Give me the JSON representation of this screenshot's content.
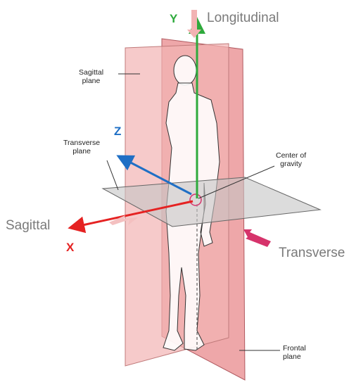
{
  "axes": {
    "y": {
      "letter": "Y",
      "name": "Longitudinal",
      "color": "#2eaa3c"
    },
    "z": {
      "letter": "Z",
      "color": "#1f6fc5"
    },
    "x": {
      "letter": "X",
      "name": "Sagittal",
      "color": "#e52222"
    },
    "transverse_name": "Transverse"
  },
  "labels": {
    "sagittal_plane": "Sagittal\nplane",
    "transverse_plane": "Transverse\nplane",
    "center_of_gravity": "Center of\ngravity",
    "frontal_plane": "Frontal\nplane"
  },
  "colors": {
    "sagittal_plane": "#f2b3b3",
    "frontal_plane": "#e8898c",
    "transverse_plane": "#c4c4c4",
    "transverse_arrow": "#d6336b"
  }
}
